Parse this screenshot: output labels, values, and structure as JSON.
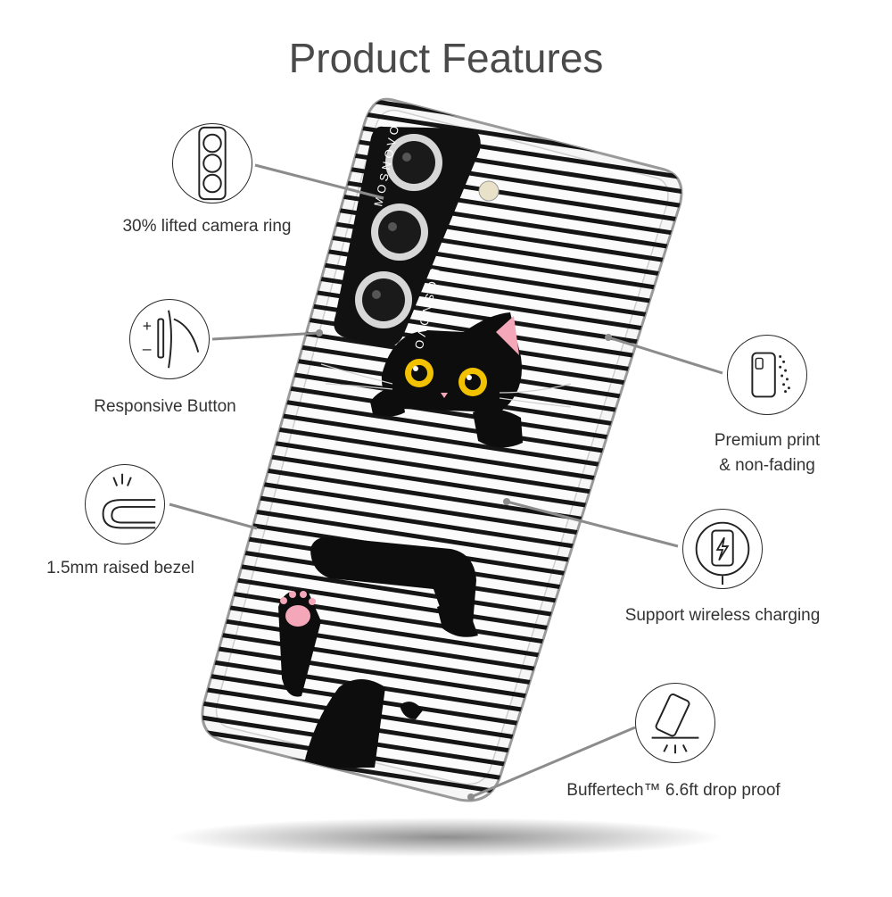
{
  "title": "Product Features",
  "brand": "MOSNOVO",
  "features": [
    {
      "label": "30% lifted camera ring",
      "icon": "camera-ring-icon"
    },
    {
      "label": "Responsive Button",
      "icon": "side-button-icon"
    },
    {
      "label": "1.5mm raised bezel",
      "icon": "raised-bezel-icon"
    },
    {
      "label_line1": "Premium print",
      "label_line2": "& non-fading",
      "icon": "print-phone-icon"
    },
    {
      "label": "Support wireless charging",
      "icon": "wireless-charging-icon"
    },
    {
      "label": "Buffertech™ 6.6ft drop proof",
      "icon": "drop-proof-icon"
    }
  ],
  "colors": {
    "title": "#4a4a4a",
    "text": "#333333",
    "leader": "#8c8c8c",
    "print": "#111111",
    "cat-ear": "#f4a7b9",
    "cat-eye": "#f2c200"
  }
}
